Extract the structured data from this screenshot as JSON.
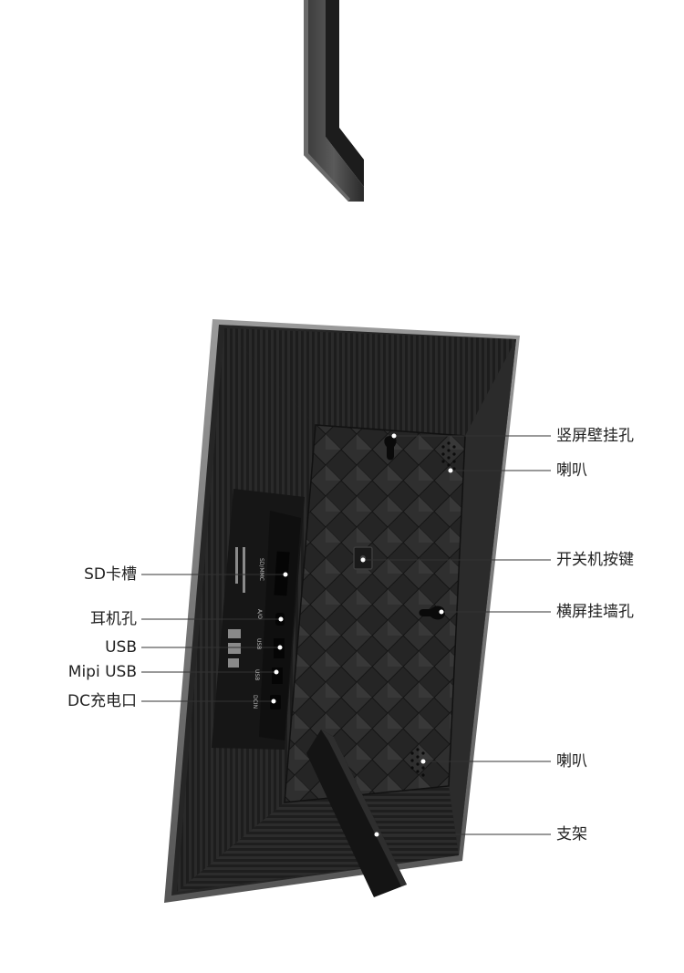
{
  "callouts_right": [
    {
      "id": "portrait-wall-hole",
      "text": "竖屏壁挂孔"
    },
    {
      "id": "speaker-top",
      "text": "喇叭"
    },
    {
      "id": "power-button",
      "text": "开关机按键"
    },
    {
      "id": "landscape-wall-hole",
      "text": "横屏挂墙孔"
    },
    {
      "id": "speaker-bottom",
      "text": "喇叭"
    },
    {
      "id": "stand",
      "text": "支架"
    }
  ],
  "callouts_left": [
    {
      "id": "sd-slot",
      "text": "SD卡槽"
    },
    {
      "id": "earphone-jack",
      "text": "耳机孔"
    },
    {
      "id": "usb-port",
      "text": "USB"
    },
    {
      "id": "mipi-usb-port",
      "text": "Mipi USB"
    },
    {
      "id": "dc-charge-port",
      "text": "DC充电口"
    }
  ],
  "port_labels": [
    "SD/MMC",
    "A/O",
    "USB",
    "USB",
    "DCIN"
  ],
  "device_colors": {
    "body": "#2b2b2b",
    "frame_edge": "#7a7a7a",
    "panel_inner": "#1f1f1f",
    "background": "#ffffff"
  }
}
